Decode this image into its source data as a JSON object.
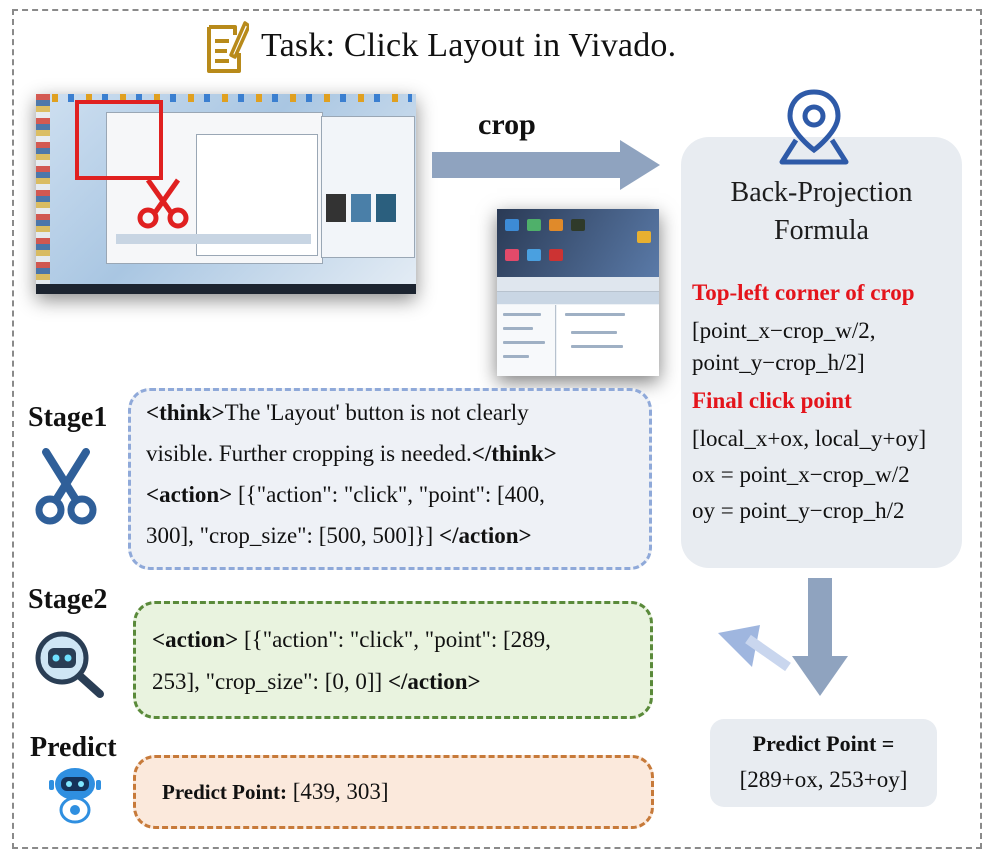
{
  "title": "Task: Click Layout in Vivado.",
  "crop_label": "crop",
  "back_projection": {
    "title_line1": "Back-Projection",
    "title_line2": "Formula",
    "topleft_heading": "Top-left corner of crop",
    "topleft_line1": "[point_x−crop_w/2,",
    "topleft_line2": "point_y−crop_h/2]",
    "final_heading": "Final click point",
    "final_line1": "[local_x+ox, local_y+oy]",
    "final_line2": "ox = point_x−crop_w/2",
    "final_line3": "oy = point_y−crop_h/2"
  },
  "predict_point_box": {
    "title": "Predict Point =",
    "value": "[289+ox, 253+oy]"
  },
  "stage1": {
    "label": "Stage1",
    "think_open": "<think>",
    "think_text_a": "The 'Layout' button is not clearly",
    "think_text_b": "visible. Further cropping is needed.",
    "think_close": "</think>",
    "action_open": "<action>",
    "action_text_a": " [{\"action\": \"click\", \"point\": [400,",
    "action_text_b": "300], \"crop_size\": [500, 500]}] ",
    "action_close": "</action>"
  },
  "stage2": {
    "label": "Stage2",
    "action_open": "<action>",
    "action_text_a": " [{\"action\": \"click\", \"point\": [289,",
    "action_text_b": "253],  \"crop_size\": [0, 0]] ",
    "action_close": "</action>"
  },
  "predict": {
    "label": "Predict",
    "key": "Predict Point:",
    "value": " [439, 303]"
  },
  "colors": {
    "accent_red": "#e4141b",
    "arrow_blue": "#8fa3bf",
    "stage1_border": "#8fa9d9",
    "stage2_border": "#5a8a3a",
    "predict_border": "#c77a3a"
  }
}
